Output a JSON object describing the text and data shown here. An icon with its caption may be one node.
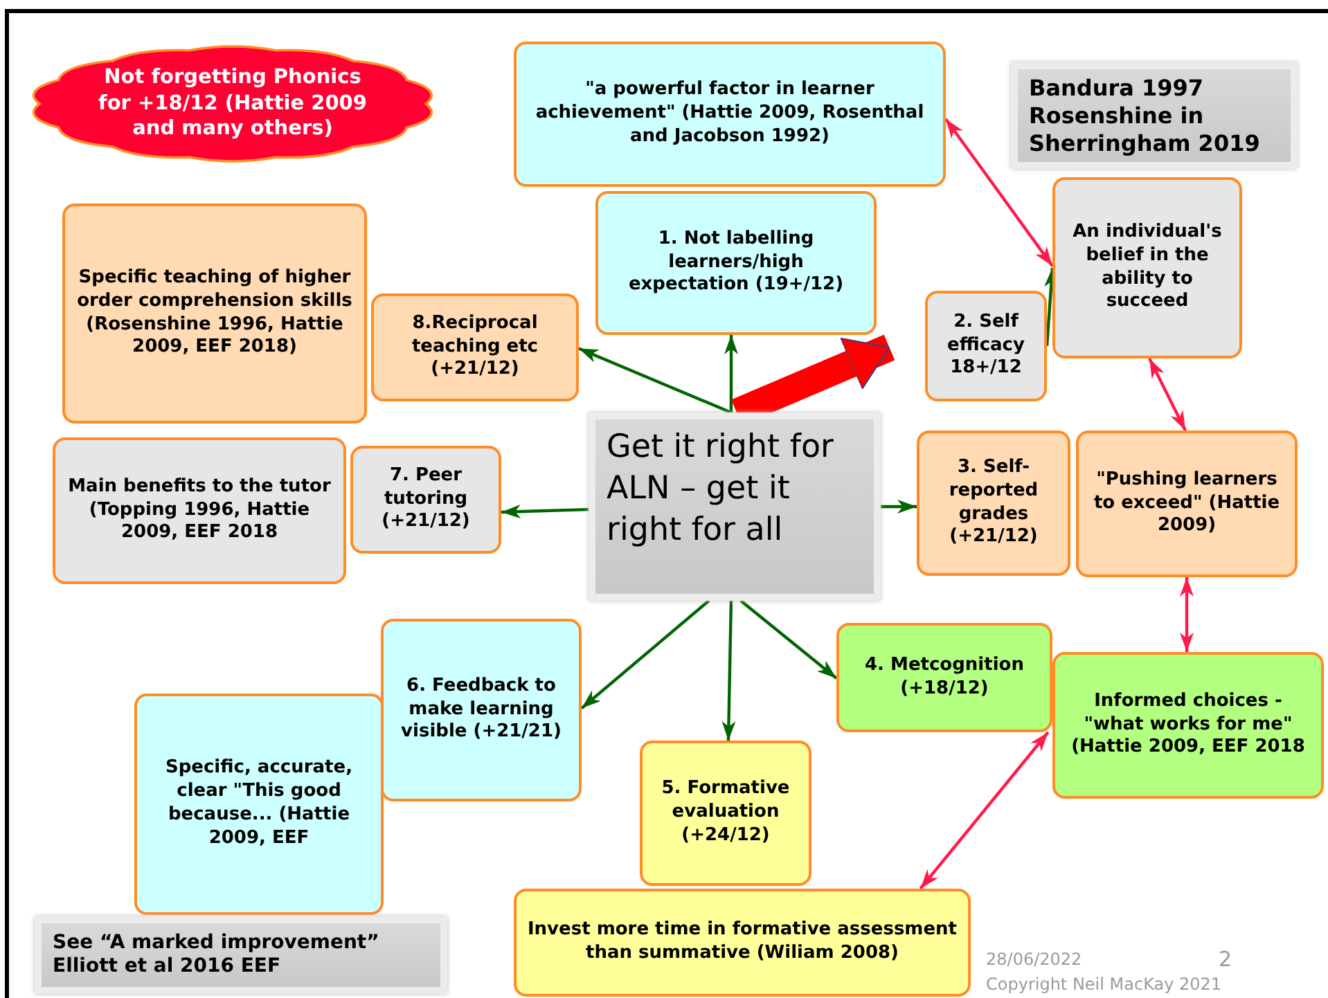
{
  "diagram": {
    "nodes": [
      {
        "text": [
          "Not forgetting Phonics for +18/12 (Hattie 2009 and many others)"
        ]
      },
      {
        "text": [
          "\"a powerful factor in learner achievement\" (Hattie 2009, Rosenthal and Jacobson 1992)"
        ]
      },
      {
        "text": [
          "Bandura 1997 Rosenshine in Sherringham 2019"
        ]
      },
      {
        "text": [
          "1. Not labelling learners/high expectation (19+/12)"
        ]
      },
      {
        "text": [
          "Specific teaching of higher order comprehension skills (Rosenshine 1996, Hattie 2009, EEF 2018)"
        ]
      },
      {
        "text": [
          "8.Reciprocal teaching etc (+21/12)"
        ]
      },
      {
        "text": [
          "2. Self efficacy 18+/12"
        ]
      },
      {
        "text": [
          "An individual's belief in the ability to succeed"
        ]
      },
      {
        "text": [
          "Get it right for ALN – get it right for all"
        ]
      },
      {
        "text": [
          "Main benefits to the tutor (Topping 1996, Hattie 2009, EEF 2018"
        ]
      },
      {
        "text": [
          "7. Peer tutoring (+21/12)"
        ]
      },
      {
        "text": [
          "3. Self-reported grades (+21/12)"
        ]
      },
      {
        "text": [
          "\"Pushing learners to exceed\" (Hattie 2009)"
        ]
      },
      {
        "text": [
          "6. Feedback to make learning visible (+21/21)"
        ]
      },
      {
        "text": [
          "Specific, accurate, clear \"This good because... (Hattie 2009, EEF"
        ]
      },
      {
        "text": [
          "4. Metcognition (+18/12)"
        ]
      },
      {
        "text": [
          "Informed choices - \"what works for me\"(Hattie 2009, EEF 2018"
        ]
      },
      {
        "text": [
          "5. Formative evaluation (+24/12)"
        ]
      },
      {
        "text": [
          "Invest more time in formative assessment than summative (Wiliam 2008)"
        ]
      },
      {
        "text": [
          "See “A marked improvement” Elliott et al 2016 EEF"
        ]
      }
    ],
    "edges": [
      {
        "from": 8,
        "to": 3,
        "arrow": "to"
      },
      {
        "from": 8,
        "to": 5,
        "arrow": "to"
      },
      {
        "from": 8,
        "to": 6,
        "arrow": "to",
        "style": "thick",
        "color": "#ff0000"
      },
      {
        "from": 8,
        "to": 10,
        "arrow": "to"
      },
      {
        "from": 8,
        "to": 11,
        "arrow": "to"
      },
      {
        "from": 8,
        "to": 13,
        "arrow": "to"
      },
      {
        "from": 8,
        "to": 17,
        "arrow": "to"
      },
      {
        "from": 8,
        "to": 15,
        "arrow": "to"
      },
      {
        "from": 6,
        "to": 7,
        "arrow": "to"
      },
      {
        "from": 1,
        "to": 7,
        "arrow": "both",
        "color": "#ff1a4a"
      },
      {
        "from": 7,
        "to": 12,
        "arrow": "both",
        "color": "#ff1a4a"
      },
      {
        "from": 12,
        "to": 16,
        "arrow": "both",
        "color": "#ff1a4a"
      },
      {
        "from": 15,
        "to": 18,
        "arrow": "both",
        "color": "#ff1a4a"
      }
    ],
    "labels": [
      "28/06/2022",
      "Copyright Neil MacKay 2021",
      "2"
    ]
  }
}
